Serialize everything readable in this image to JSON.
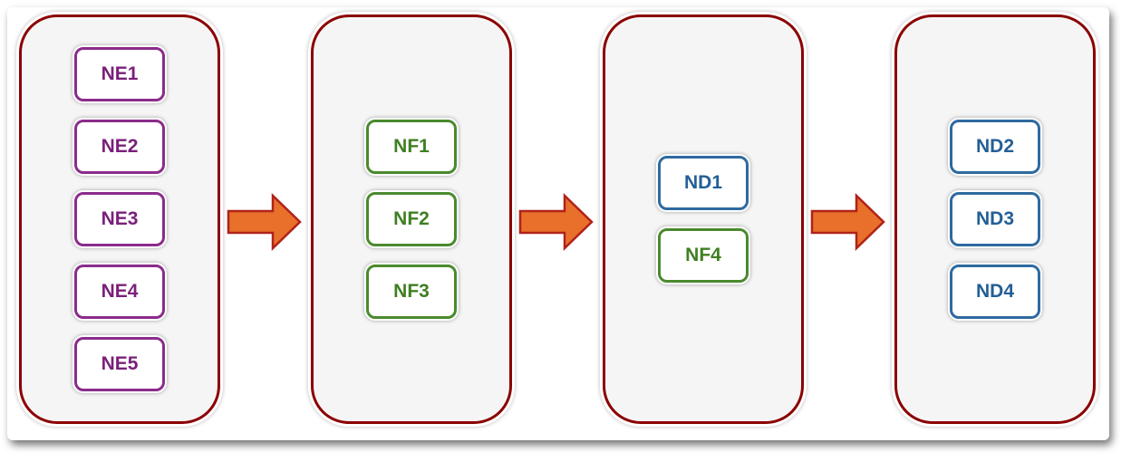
{
  "colors": {
    "column_border": "#8b0000",
    "arrow_fill": "#e8702a",
    "arrow_stroke": "#b0221a"
  },
  "columns": [
    {
      "nodes": [
        {
          "label": "NE1",
          "color": "#8b2c8b",
          "text_color": "#7a1f7a"
        },
        {
          "label": "NE2",
          "color": "#8b2c8b",
          "text_color": "#7a1f7a"
        },
        {
          "label": "NE3",
          "color": "#8b2c8b",
          "text_color": "#7a1f7a"
        },
        {
          "label": "NE4",
          "color": "#8b2c8b",
          "text_color": "#7a1f7a"
        },
        {
          "label": "NE5",
          "color": "#8b2c8b",
          "text_color": "#7a1f7a"
        }
      ]
    },
    {
      "nodes": [
        {
          "label": "NF1",
          "color": "#4a8a2e",
          "text_color": "#3f7f22"
        },
        {
          "label": "NF2",
          "color": "#4a8a2e",
          "text_color": "#3f7f22"
        },
        {
          "label": "NF3",
          "color": "#4a8a2e",
          "text_color": "#3f7f22"
        }
      ]
    },
    {
      "nodes": [
        {
          "label": "ND1",
          "color": "#2e6aa0",
          "text_color": "#245f96"
        },
        {
          "label": "NF4",
          "color": "#4a8a2e",
          "text_color": "#3f7f22"
        }
      ]
    },
    {
      "nodes": [
        {
          "label": "ND2",
          "color": "#2e6aa0",
          "text_color": "#245f96"
        },
        {
          "label": "ND3",
          "color": "#2e6aa0",
          "text_color": "#245f96"
        },
        {
          "label": "ND4",
          "color": "#2e6aa0",
          "text_color": "#245f96"
        }
      ]
    }
  ]
}
